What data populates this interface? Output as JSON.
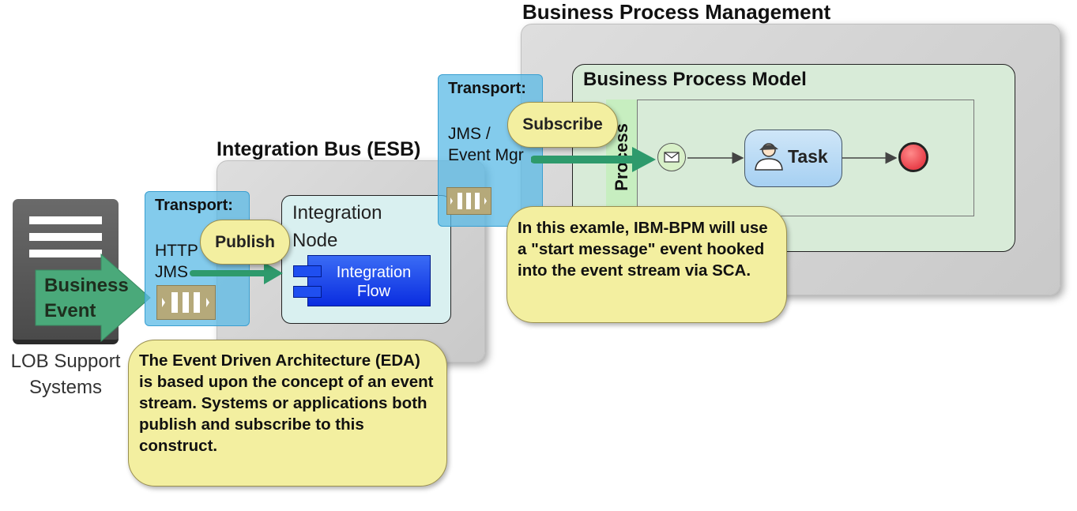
{
  "titles": {
    "bpm": "Business Process Management",
    "esb": "Integration Bus (ESB)",
    "model": "Business Process Model"
  },
  "lob": {
    "label_line1": "LOB Support",
    "label_line2": "Systems",
    "event_line1": "Business",
    "event_line2": "Event"
  },
  "transport_left": {
    "title": "Transport:",
    "line1": "HTTP",
    "line2": "JMS",
    "action": "Publish"
  },
  "transport_right": {
    "title": "Transport:",
    "line1": "JMS /",
    "line2": "Event Mgr",
    "action": "Subscribe"
  },
  "integration_node": {
    "label_line1": "Integration",
    "label_line2": "Node",
    "flow_line1": "Integration",
    "flow_line2": "Flow"
  },
  "process": {
    "lane": "Process",
    "task": "Task"
  },
  "notes": {
    "eda": "The Event Driven Architecture (EDA) is based upon the concept of an event stream. Systems or applications both publish and subscribe to this construct.",
    "bpm": "In this examle, IBM-BPM will use a \"start message\" event hooked into the event stream via SCA."
  },
  "colors": {
    "arrow": "#2e9a6c",
    "note_bg": "#f3efa0",
    "transport_bg": "#5ab9e6",
    "end_event": "#e8404a"
  }
}
